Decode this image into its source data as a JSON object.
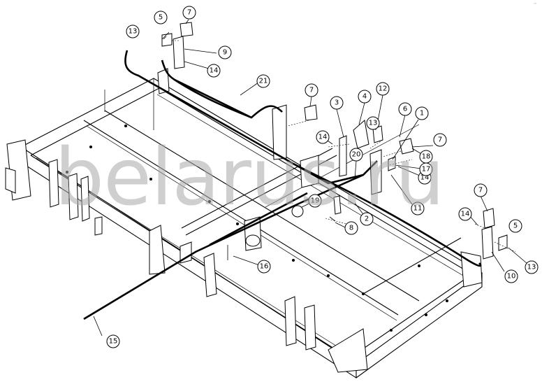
{
  "watermark": "belarus.ru",
  "corner_mark": "′″",
  "callouts": [
    {
      "label": "1"
    },
    {
      "label": "2"
    },
    {
      "label": "3"
    },
    {
      "label": "4"
    },
    {
      "label": "5"
    },
    {
      "label": "5"
    },
    {
      "label": "6"
    },
    {
      "label": "7"
    },
    {
      "label": "7"
    },
    {
      "label": "7"
    },
    {
      "label": "7"
    },
    {
      "label": "8"
    },
    {
      "label": "9"
    },
    {
      "label": "10"
    },
    {
      "label": "11"
    },
    {
      "label": "12"
    },
    {
      "label": "13"
    },
    {
      "label": "13"
    },
    {
      "label": "13"
    },
    {
      "label": "14"
    },
    {
      "label": "14"
    },
    {
      "label": "14"
    },
    {
      "label": "14"
    },
    {
      "label": "15"
    },
    {
      "label": "16"
    },
    {
      "label": "17"
    },
    {
      "label": "18"
    },
    {
      "label": "19"
    },
    {
      "label": "20"
    },
    {
      "label": "21"
    }
  ]
}
